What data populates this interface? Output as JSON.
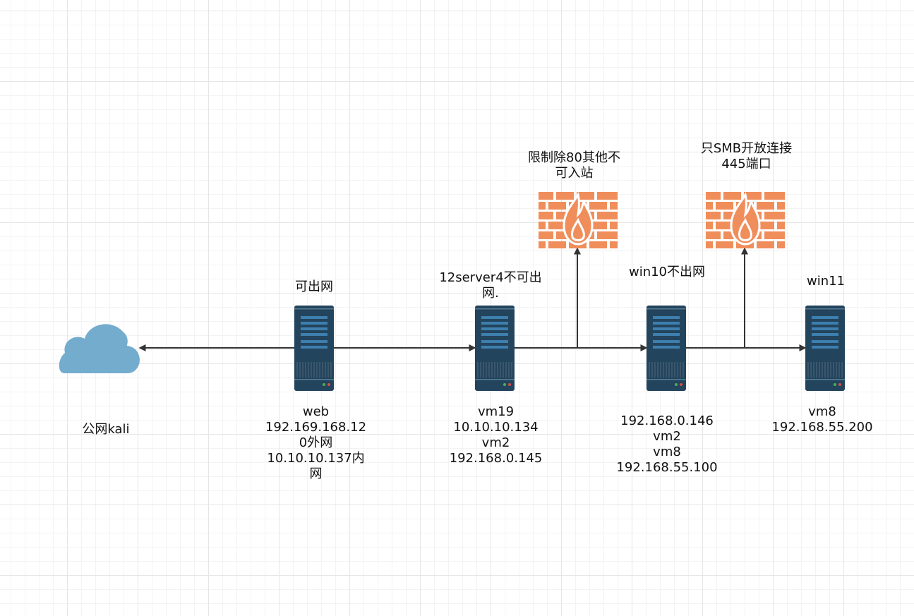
{
  "colors": {
    "edge": "#333333",
    "cloud": "#74acce",
    "server_body": "#23445d",
    "server_panel": "#3d7fae",
    "server_led": "#4caf50",
    "firewall_brick": "#f08e5b",
    "firewall_flame": "#ffffff"
  },
  "nodes": {
    "cloud": {
      "icon": "cloud-icon",
      "label": "公网kali"
    },
    "web": {
      "icon": "server-icon",
      "caption": "可出网",
      "label": "web\n192.169.168.12\n0外网\n10.10.10.137内\n网"
    },
    "server12": {
      "icon": "server-icon",
      "caption": "12server4不可出\n网.",
      "label": "vm19\n10.10.10.134\nvm2\n192.168.0.145"
    },
    "win10": {
      "icon": "server-icon",
      "caption": "win10不出网",
      "label": "192.168.0.146\nvm2\nvm8\n192.168.55.100"
    },
    "win11": {
      "icon": "server-icon",
      "caption": "win11",
      "label": "vm8\n192.168.55.200"
    },
    "firewall1": {
      "icon": "firewall-icon",
      "caption": "限制除80其他不\n可入站"
    },
    "firewall2": {
      "icon": "firewall-icon",
      "caption": "只SMB开放连接\n445端口"
    }
  },
  "edges": [
    {
      "from": "web",
      "to": "cloud"
    },
    {
      "from": "web",
      "to": "server12"
    },
    {
      "from": "server12",
      "to": "win10"
    },
    {
      "from": "server12-win10-link",
      "to": "firewall1"
    },
    {
      "from": "win10",
      "to": "win11"
    },
    {
      "from": "win10-win11-link",
      "to": "firewall2"
    }
  ]
}
